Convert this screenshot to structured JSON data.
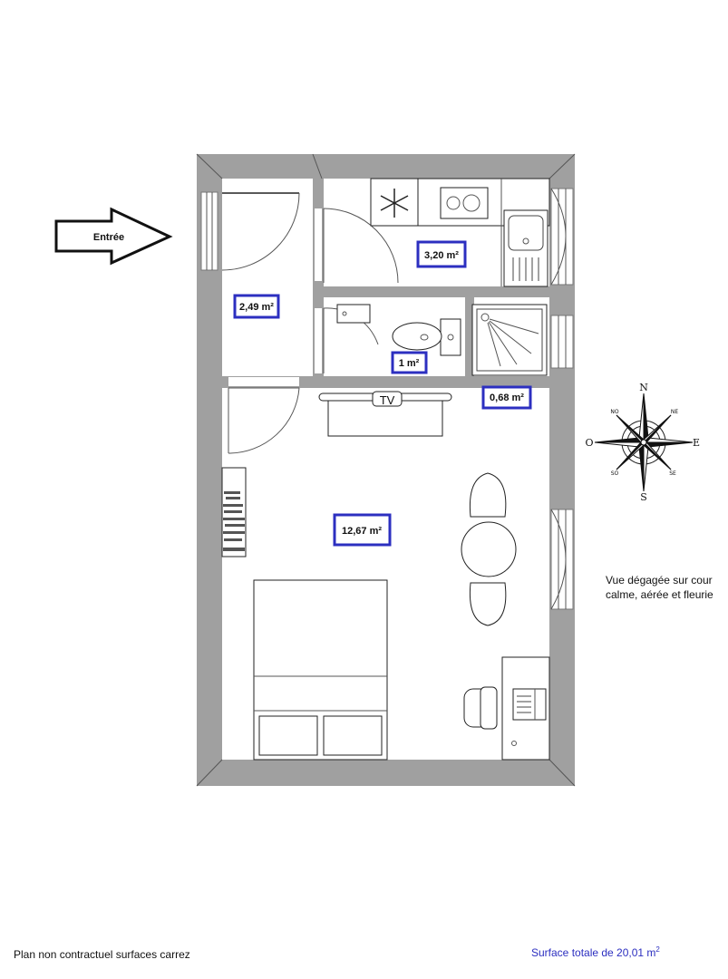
{
  "entry_label": "Entrée",
  "rooms": {
    "entrance": {
      "area": "2,49 m²"
    },
    "kitchen": {
      "area": "3,20 m²"
    },
    "wc": {
      "area": "1 m²"
    },
    "shower": {
      "area": "0,68 m²"
    },
    "main": {
      "area": "12,67 m²"
    }
  },
  "tv_label": "TV",
  "compass": {
    "n": "N",
    "s": "S",
    "e": "E",
    "o": "O",
    "no": "NO",
    "ne": "NE",
    "so": "SO",
    "se": "SE"
  },
  "view_note": {
    "line1": "Vue dégagée sur cour",
    "line2": "calme, aérée et fleurie"
  },
  "disclaimer": "Plan non contractuel surfaces carrez",
  "total_prefix": "Surface totale de 20,01 m",
  "total_sup": "2",
  "colors": {
    "wall": "#a0a0a0",
    "label_border": "#2c2fc0"
  }
}
